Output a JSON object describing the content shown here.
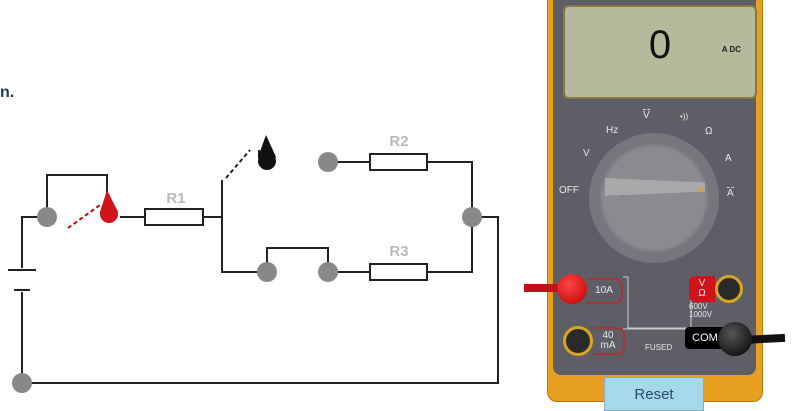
{
  "intro_text": "n.",
  "circuit": {
    "r1": "R1",
    "r2": "R2",
    "r3": "R3"
  },
  "meter": {
    "reading": "0",
    "unit": "A DC",
    "dial": {
      "off": "OFF",
      "vac": "V",
      "hz": "Hz",
      "vdc": "V",
      "continuity": "•))",
      "ohm": "Ω",
      "aac": "A",
      "adc": "A"
    },
    "ports": {
      "amp10": "10A",
      "ma40_top": "40",
      "ma40_bottom": "mA",
      "v": "V",
      "ohm": "Ω",
      "com": "COM",
      "rating1": "600V",
      "rating2": "1000V",
      "fused": "FUSED"
    },
    "reset_label": "Reset"
  },
  "colors": {
    "body": "#e8a020",
    "panel": "#5e5f66",
    "lcd": "#b7b99c",
    "red_probe": "#d0141c",
    "black_probe": "#111111"
  }
}
